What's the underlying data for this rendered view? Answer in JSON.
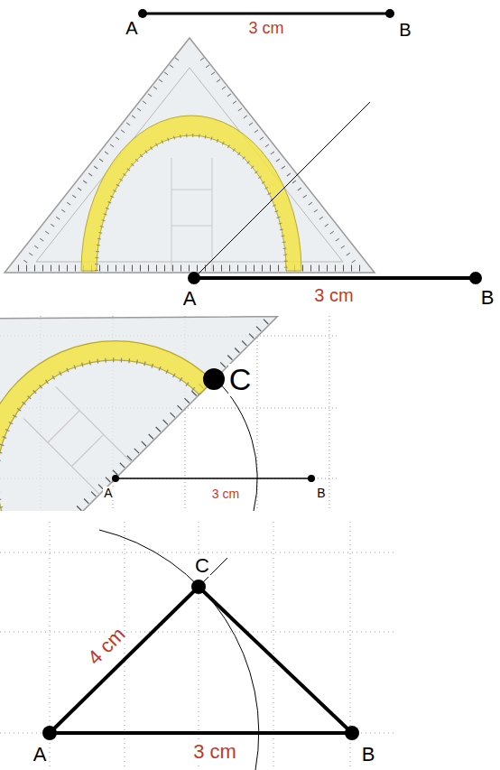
{
  "diagram": {
    "labels": [
      "A",
      "3 cm",
      "B",
      "A",
      "3 cm",
      "B",
      "C",
      "A",
      "3 cm",
      "B",
      "C",
      "4 cm",
      "A",
      "3 cm",
      "B"
    ]
  }
}
